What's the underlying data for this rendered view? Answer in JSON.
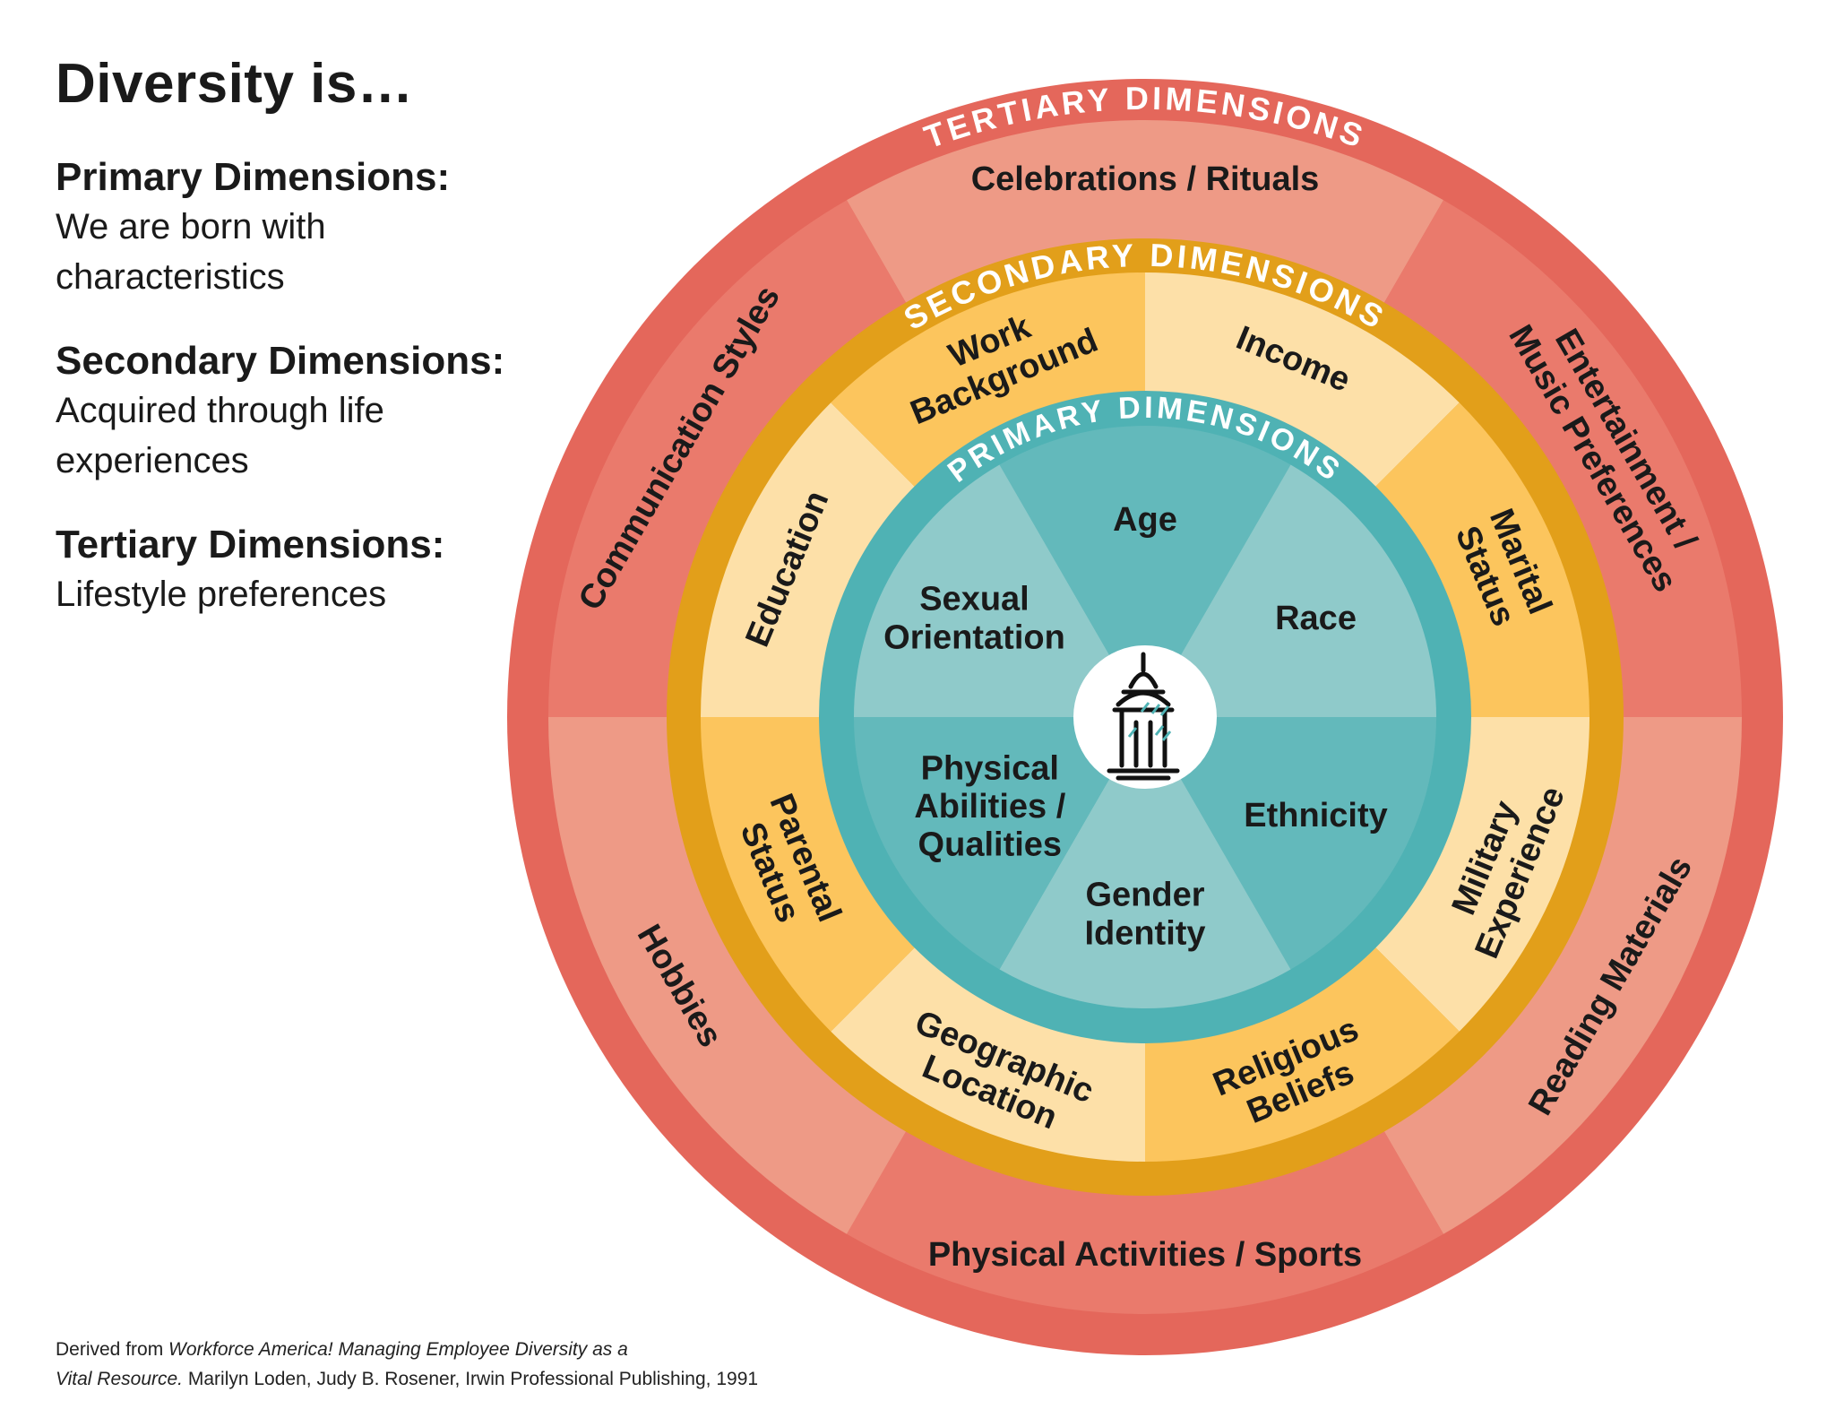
{
  "title": "Diversity is…",
  "legend": [
    {
      "heading": "Primary Dimensions:",
      "description_lines": [
        "We are born with",
        "characteristics"
      ]
    },
    {
      "heading": "Secondary Dimensions:",
      "description_lines": [
        "Acquired through life",
        "experiences"
      ]
    },
    {
      "heading": "Tertiary Dimensions:",
      "description_lines": [
        "Lifestyle preferences"
      ]
    }
  ],
  "citation": {
    "line1_prefix": "Derived from ",
    "line1_italic": "Workforce America! Managing Employee Diversity as a",
    "line2_italic": "Vital Resource.",
    "line2_rest": " Marilyn Loden, Judy B. Rosener, Irwin Professional Publishing, 1991"
  },
  "wheel": {
    "colors": {
      "tertiary_ring": "#e4675b",
      "tertiary_dark": "#ea7a6c",
      "tertiary_light": "#ee9a86",
      "secondary_ring": "#e29f1a",
      "secondary_dark": "#fcc55d",
      "secondary_light": "#fde0a8",
      "primary_ring": "#4fb2b4",
      "primary_dark": "#63b9bb",
      "primary_light": "#8fcaca",
      "logo": "#111111"
    },
    "tertiary": {
      "ring_label": "TERTIARY DIMENSIONS",
      "items": [
        {
          "lines": [
            "Celebrations / Rituals"
          ]
        },
        {
          "lines": [
            "Entertainment /",
            "Music Preferences"
          ]
        },
        {
          "lines": [
            "Reading Materials"
          ]
        },
        {
          "lines": [
            "Physical Activities / Sports"
          ]
        },
        {
          "lines": [
            "Hobbies"
          ]
        },
        {
          "lines": [
            "Communication Styles"
          ]
        }
      ]
    },
    "secondary": {
      "ring_label": "SECONDARY DIMENSIONS",
      "items": [
        {
          "lines": [
            "Income"
          ]
        },
        {
          "lines": [
            "Marital",
            "Status"
          ]
        },
        {
          "lines": [
            "Military",
            "Experience"
          ]
        },
        {
          "lines": [
            "Religious",
            "Beliefs"
          ]
        },
        {
          "lines": [
            "Geographic",
            "Location"
          ]
        },
        {
          "lines": [
            "Parental",
            "Status"
          ]
        },
        {
          "lines": [
            "Education"
          ]
        },
        {
          "lines": [
            "Work",
            "Background"
          ]
        }
      ]
    },
    "primary": {
      "ring_label": "PRIMARY DIMENSIONS",
      "items": [
        {
          "lines": [
            "Age"
          ]
        },
        {
          "lines": [
            "Race"
          ]
        },
        {
          "lines": [
            "Ethnicity"
          ]
        },
        {
          "lines": [
            "Gender",
            "Identity"
          ]
        },
        {
          "lines": [
            "Physical",
            "Abilities /",
            "Qualities"
          ]
        },
        {
          "lines": [
            "Sexual",
            "Orientation"
          ]
        }
      ]
    },
    "center_icon": "capitol-dome-icon"
  }
}
